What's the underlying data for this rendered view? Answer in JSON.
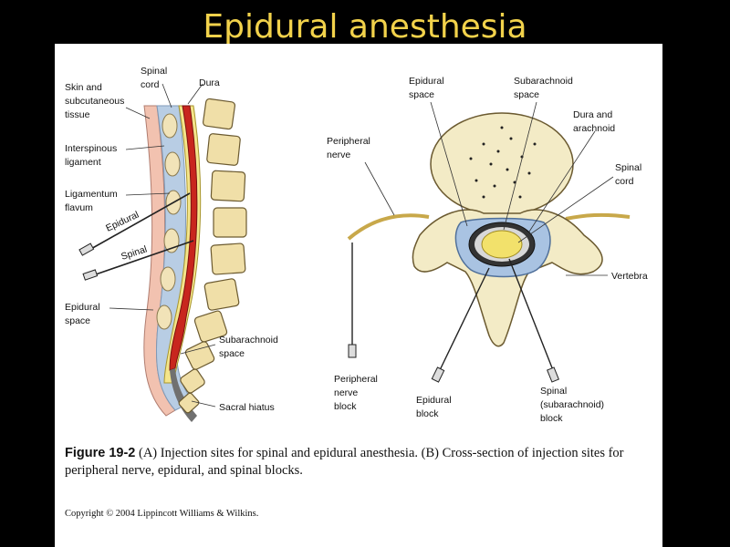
{
  "slide": {
    "title": "Epidural anesthesia"
  },
  "labels_a": {
    "skin": [
      "Skin and",
      "subcutaneous",
      "tissue"
    ],
    "spinal_cord": [
      "Spinal",
      "cord"
    ],
    "dura": [
      "Dura"
    ],
    "interspinous": [
      "Interspinous",
      "ligament"
    ],
    "ligamentum": [
      "Ligamentum",
      "flavum"
    ],
    "epidural_needle": "Epidural",
    "spinal_needle": "Spinal",
    "epidural_space": [
      "Epidural",
      "space"
    ],
    "subarachnoid": [
      "Subarachnoid",
      "space"
    ],
    "sacral": [
      "Sacral hiatus"
    ]
  },
  "labels_b": {
    "epidural_space": [
      "Epidural",
      "space"
    ],
    "subarachnoid": [
      "Subarachnoid",
      "space"
    ],
    "dura_arachnoid": [
      "Dura and",
      "arachnoid"
    ],
    "peripheral_nerve": [
      "Peripheral",
      "nerve"
    ],
    "spinal_cord": [
      "Spinal",
      "cord"
    ],
    "vertebra": [
      "Vertebra"
    ],
    "peripheral_block": [
      "Peripheral",
      "nerve",
      "block"
    ],
    "epidural_block": [
      "Epidural",
      "block"
    ],
    "spinal_block": [
      "Spinal",
      "(subarachnoid)",
      "block"
    ]
  },
  "caption": {
    "figure_number": "Figure 19-2",
    "text": " (A) Injection sites for spinal and epidural anesthesia. (B) Cross-section of injection sites for peripheral nerve, epidural, and spinal blocks."
  },
  "copyright": "Copyright © 2004 Lippincott Williams & Wilkins."
}
